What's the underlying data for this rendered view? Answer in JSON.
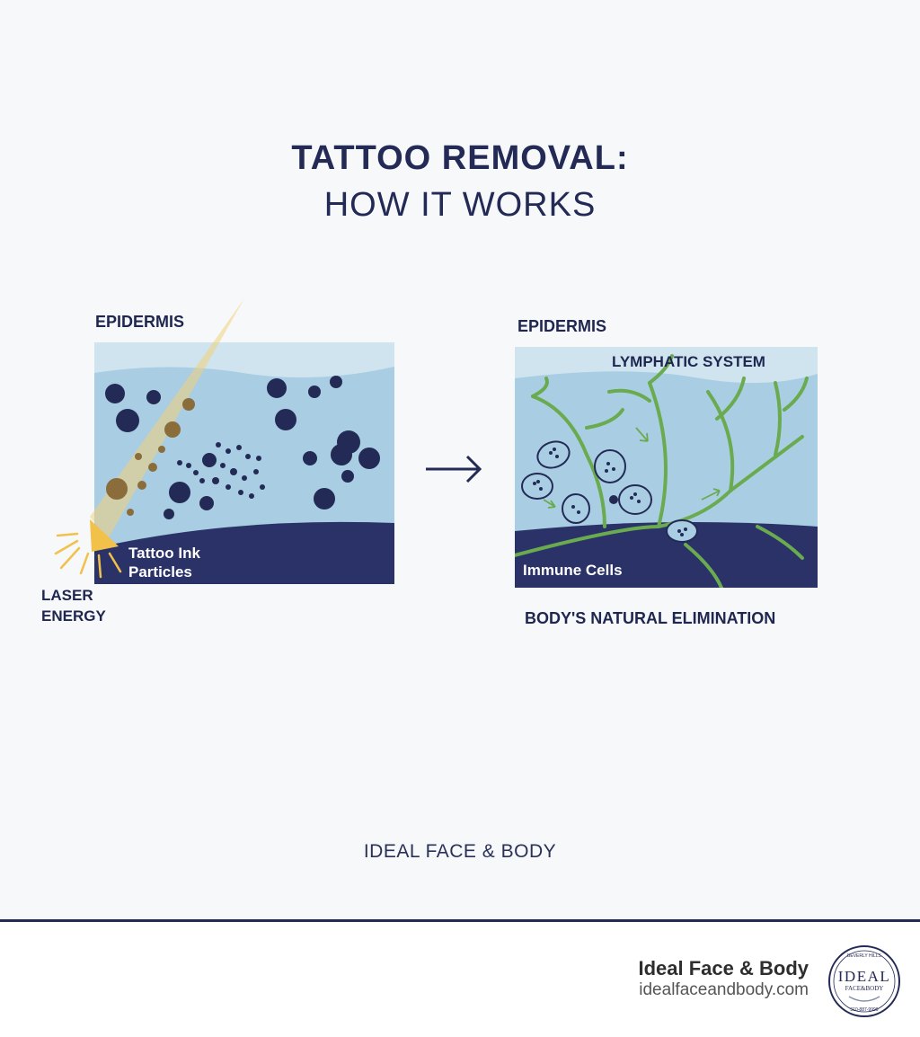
{
  "title": {
    "main": "TATTOO REMOVAL:",
    "sub": "HOW IT WORKS"
  },
  "left_panel": {
    "epidermis_label": "EPIDERMIS",
    "ink_label_line1": "Tattoo Ink",
    "ink_label_line2": "Particles",
    "laser_label_line1": "LASER",
    "laser_label_line2": "ENERGY"
  },
  "right_panel": {
    "epidermis_label": "EPIDERMIS",
    "lymphatic_label": "LYMPHATIC SYSTEM",
    "immune_label": "Immune Cells",
    "caption": "BODY'S NATURAL ELIMINATION"
  },
  "brand_center": "IDEAL FACE & BODY",
  "footer": {
    "name": "Ideal Face & Body",
    "url": "idealfaceandbody.com",
    "logo_text": "IDEAL",
    "logo_subtext": "FACE&BODY",
    "logo_top_text": "BEVERLY HILLS",
    "logo_bottom_text": "310-887-9999"
  },
  "colors": {
    "navy": "#232a55",
    "skin_light": "#cfe4ef",
    "skin_mid": "#a9cde3",
    "vessel_green": "#6aab4f",
    "laser_yellow": "#f2d27a"
  }
}
